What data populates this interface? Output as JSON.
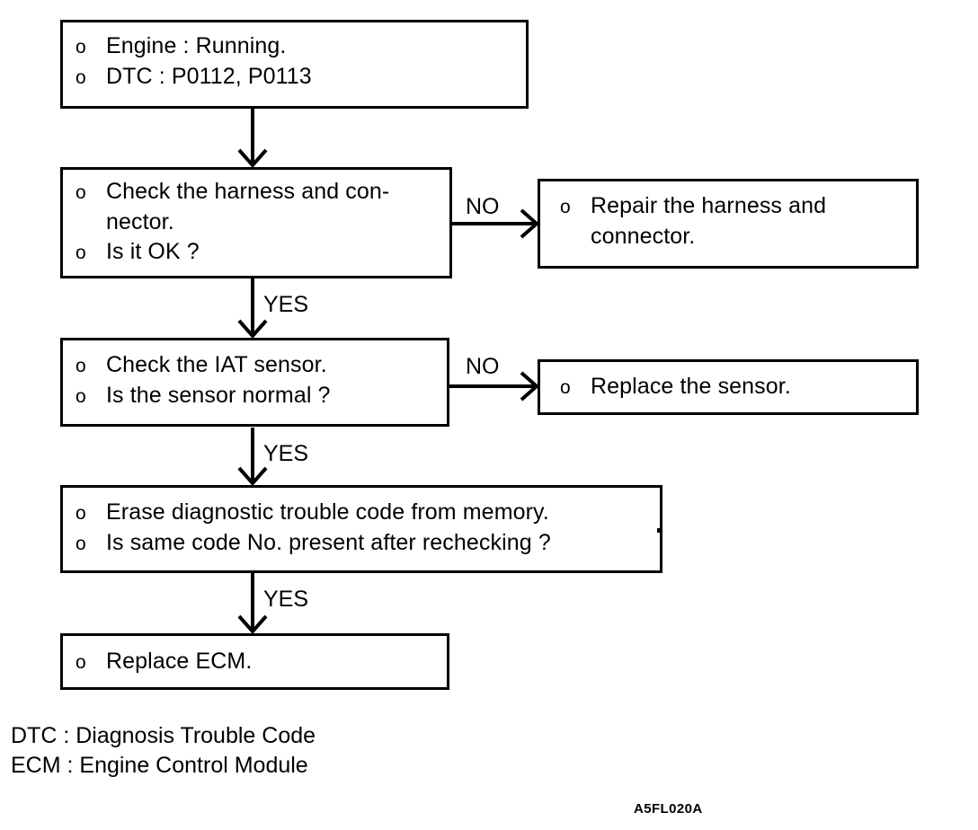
{
  "diagram": {
    "figure_id": "A5FL020A",
    "nodes": [
      {
        "id": "preconditions",
        "lines": [
          {
            "bullet": "o",
            "text": "Engine : Running."
          },
          {
            "bullet": "o",
            "text": "DTC : P0112, P0113"
          }
        ]
      },
      {
        "id": "check-harness",
        "lines": [
          {
            "bullet": "o",
            "text": "Check the harness and con-"
          },
          {
            "bullet": "",
            "text": "nector."
          },
          {
            "bullet": "o",
            "text": "Is it OK ?"
          }
        ]
      },
      {
        "id": "repair-harness",
        "lines": [
          {
            "bullet": "o",
            "text": "Repair the harness and"
          },
          {
            "bullet": "",
            "text": "connector."
          }
        ]
      },
      {
        "id": "check-iat-sensor",
        "lines": [
          {
            "bullet": "o",
            "text": "Check the IAT sensor."
          },
          {
            "bullet": "o",
            "text": "Is the sensor normal ?"
          }
        ]
      },
      {
        "id": "replace-sensor",
        "lines": [
          {
            "bullet": "o",
            "text": "Replace the sensor."
          }
        ]
      },
      {
        "id": "erase-code",
        "lines": [
          {
            "bullet": "o",
            "text": "Erase diagnostic trouble code from memory."
          },
          {
            "bullet": "o",
            "text": "Is same code No. present after rechecking ?"
          }
        ]
      },
      {
        "id": "replace-ecm",
        "lines": [
          {
            "bullet": "o",
            "text": "Replace ECM."
          }
        ]
      }
    ],
    "edge_labels": {
      "no_1": "NO",
      "no_2": "NO",
      "yes_1": "YES",
      "yes_2": "YES",
      "yes_3": "YES"
    },
    "legend": [
      "DTC : Diagnosis Trouble Code",
      "ECM : Engine Control Module"
    ],
    "colors": {
      "stroke": "#000000",
      "background": "#ffffff"
    }
  }
}
